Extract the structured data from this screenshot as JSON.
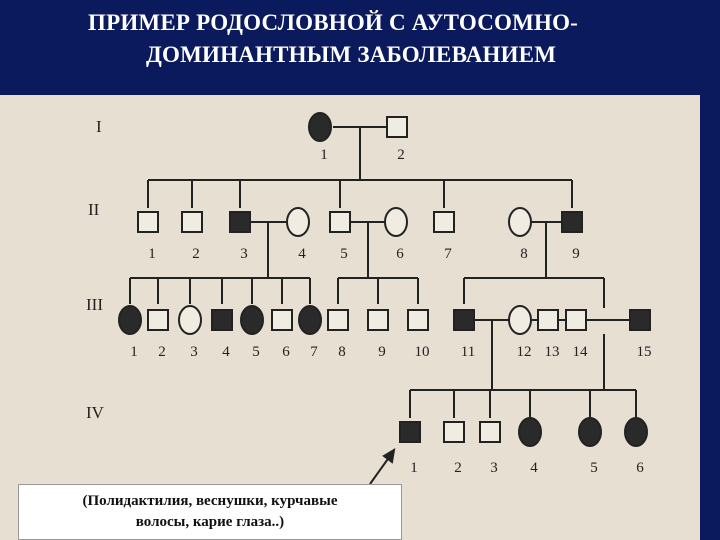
{
  "title": {
    "line1": "ПРИМЕР РОДОСЛОВНОЙ С АУТОСОМНО-",
    "line2": "ДОМИНАНТНЫМ ЗАБОЛЕВАНИЕМ"
  },
  "generations": [
    "I",
    "II",
    "III",
    "IV"
  ],
  "pedigree": {
    "I": [
      {
        "n": "1",
        "sex": "female",
        "affected": true
      },
      {
        "n": "2",
        "sex": "male",
        "affected": false
      }
    ],
    "II": [
      {
        "n": "1",
        "sex": "male",
        "affected": false
      },
      {
        "n": "2",
        "sex": "male",
        "affected": false
      },
      {
        "n": "3",
        "sex": "male",
        "affected": true
      },
      {
        "n": "4",
        "sex": "female",
        "affected": false
      },
      {
        "n": "5",
        "sex": "male",
        "affected": false
      },
      {
        "n": "6",
        "sex": "female",
        "affected": false
      },
      {
        "n": "7",
        "sex": "male",
        "affected": false
      },
      {
        "n": "8",
        "sex": "female",
        "affected": false
      },
      {
        "n": "9",
        "sex": "male",
        "affected": true
      }
    ],
    "III": [
      {
        "n": "1",
        "sex": "female",
        "affected": true
      },
      {
        "n": "2",
        "sex": "male",
        "affected": false
      },
      {
        "n": "3",
        "sex": "female",
        "affected": false
      },
      {
        "n": "4",
        "sex": "male",
        "affected": true
      },
      {
        "n": "5",
        "sex": "female",
        "affected": true
      },
      {
        "n": "6",
        "sex": "male",
        "affected": false
      },
      {
        "n": "7",
        "sex": "female",
        "affected": true
      },
      {
        "n": "8",
        "sex": "male",
        "affected": false
      },
      {
        "n": "9",
        "sex": "male",
        "affected": false
      },
      {
        "n": "10",
        "sex": "male",
        "affected": false
      },
      {
        "n": "11",
        "sex": "male",
        "affected": true
      },
      {
        "n": "12",
        "sex": "female",
        "affected": false
      },
      {
        "n": "13",
        "sex": "male",
        "affected": false
      },
      {
        "n": "14",
        "sex": "male",
        "affected": false
      },
      {
        "n": "15",
        "sex": "male",
        "affected": true
      }
    ],
    "IV": [
      {
        "n": "1",
        "sex": "male",
        "affected": true,
        "proband": true
      },
      {
        "n": "2",
        "sex": "male",
        "affected": false
      },
      {
        "n": "3",
        "sex": "male",
        "affected": false
      },
      {
        "n": "4",
        "sex": "female",
        "affected": true
      },
      {
        "n": "5",
        "sex": "female",
        "affected": true
      },
      {
        "n": "6",
        "sex": "female",
        "affected": true
      }
    ]
  },
  "caption": {
    "line1": "(Полидактилия, веснушки, курчавые",
    "line2": "волосы, карие глаза..)"
  },
  "colors": {
    "background": "#0b1a5c",
    "title_text": "#ffffff",
    "paper": "#e6dfd2",
    "ink": "#222222"
  }
}
